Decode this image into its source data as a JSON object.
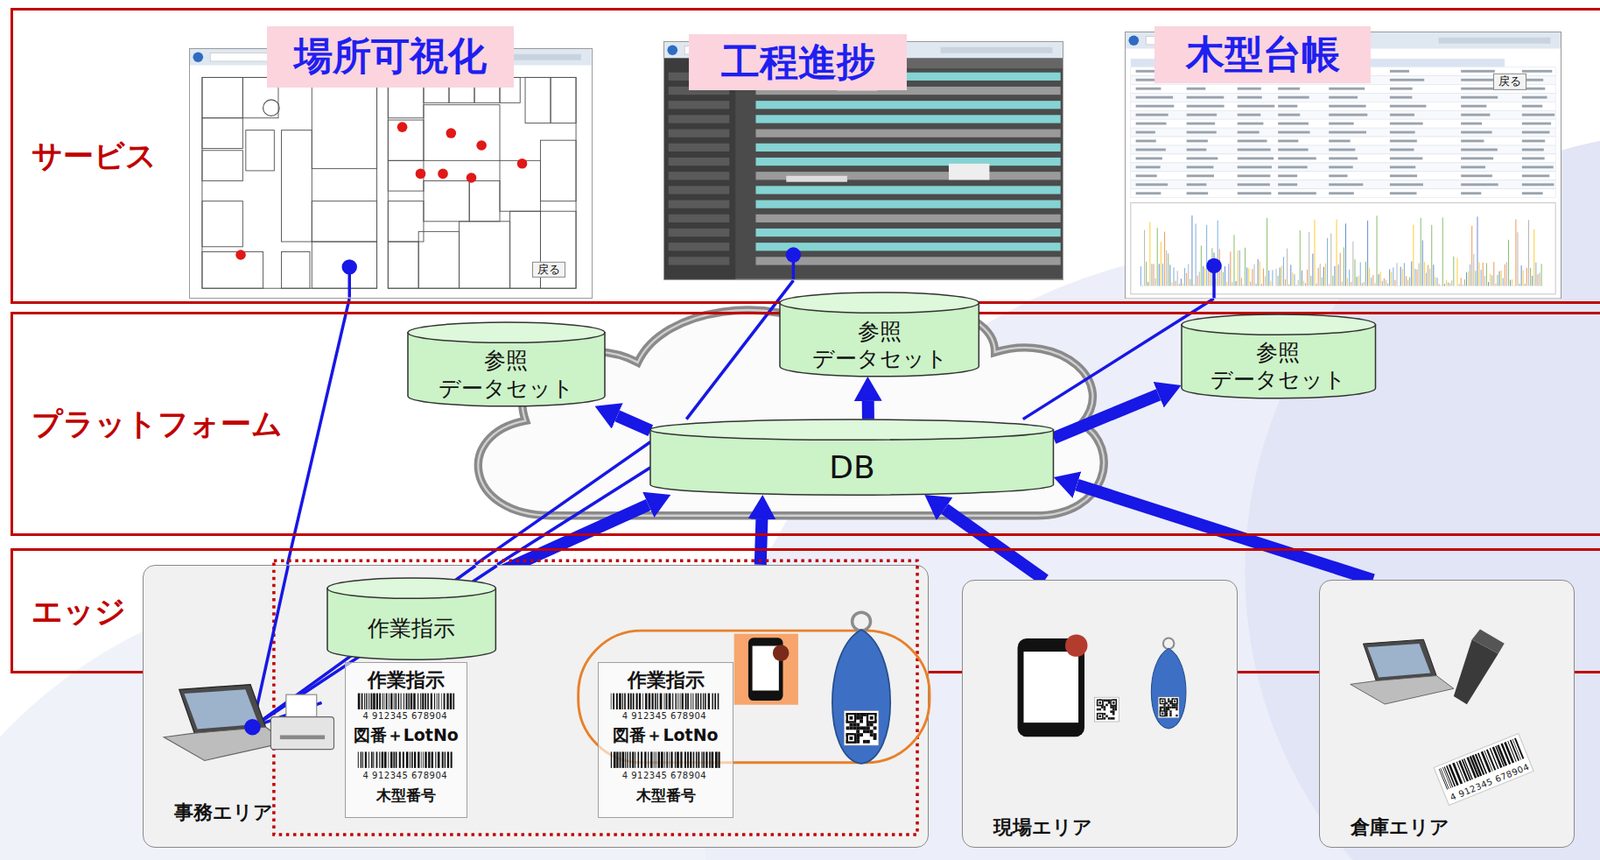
{
  "diagram": {
    "nodes": [
      {
        "text": [
          "サービス"
        ]
      },
      {
        "text": [
          "場所可視化"
        ],
        "in": 0
      },
      {
        "text": [
          "工程進捗"
        ],
        "in": 0
      },
      {
        "text": [
          "木型台帳"
        ],
        "in": 0
      },
      {
        "text": [
          "プラットフォーム"
        ]
      },
      {
        "text": [
          "参照 データセット"
        ],
        "in": 4
      },
      {
        "text": [
          "参照 データセット"
        ],
        "in": 4
      },
      {
        "text": [
          "参照 データセット"
        ],
        "in": 4
      },
      {
        "text": [
          "DB"
        ],
        "in": 4
      },
      {
        "text": [
          "エッジ"
        ]
      },
      {
        "text": [
          "事務エリア"
        ]
      },
      {
        "text": [
          "作業指示"
        ],
        "in": 10
      },
      {
        "text": [
          "作業指示",
          "図番＋LotNo",
          "木型番号"
        ],
        "in": 10
      },
      {
        "text": [
          "作業指示",
          "図番＋LotNo",
          "木型番号"
        ],
        "in": 10
      },
      {
        "text": [
          "現場エリア"
        ]
      },
      {
        "text": [
          "倉庫エリア"
        ]
      }
    ],
    "edges": [
      {
        "from": 1,
        "to": 10,
        "arrow": "none"
      },
      {
        "from": 2,
        "to": 8,
        "arrow": "none"
      },
      {
        "from": 3,
        "to": 8,
        "arrow": "none"
      },
      {
        "from": 10,
        "to": 8,
        "arrow": "none"
      },
      {
        "from": 10,
        "to": 8,
        "arrow": "none"
      },
      {
        "from": 11,
        "to": 8,
        "arrow": "to"
      },
      {
        "from": 10,
        "to": 8,
        "arrow": "to"
      },
      {
        "from": 14,
        "to": 8,
        "arrow": "to"
      },
      {
        "from": 15,
        "to": 8,
        "arrow": "to"
      },
      {
        "from": 8,
        "to": 5,
        "arrow": "to"
      },
      {
        "from": 8,
        "to": 6,
        "arrow": "to"
      },
      {
        "from": 8,
        "to": 7,
        "arrow": "to"
      }
    ],
    "labels": [
      "戻る",
      "戻る",
      "4 912345 678904",
      "4 912345 678904",
      "4 912345 678904",
      "4 912345 678904",
      "4 912345 678904"
    ]
  }
}
